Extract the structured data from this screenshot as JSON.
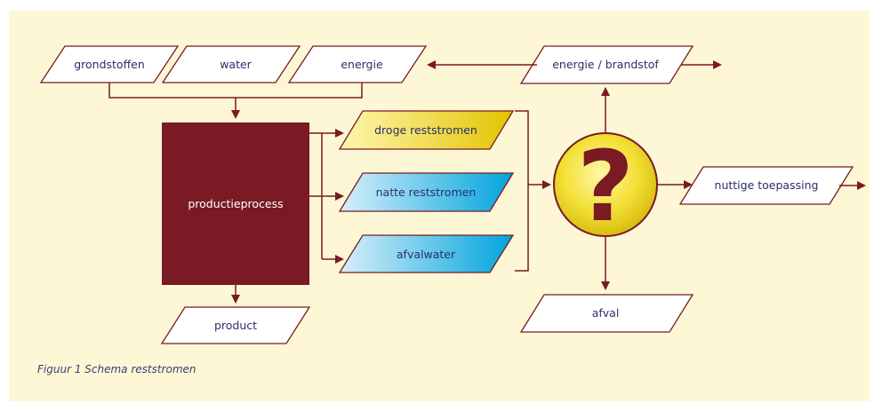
{
  "inputs": {
    "grondstoffen": "grondstoffen",
    "water": "water",
    "energie": "energie"
  },
  "process": "productieprocess",
  "product": "product",
  "streams": {
    "droge": "droge reststromen",
    "natte": "natte reststromen",
    "afvalwater": "afvalwater"
  },
  "outputs": {
    "energie_brandstof": "energie / brandstof",
    "nuttige_toepassing": "nuttige toepassing",
    "afval": "afval"
  },
  "question_mark": "?",
  "caption": "Figuur 1 Schema reststromen",
  "colors": {
    "background": "#fdf7d6",
    "line": "#7a1a24",
    "process_fill": "#7a1a24",
    "text": "#2a2f6a",
    "droge_gradient": [
      "#fff6b0",
      "#e2c400"
    ],
    "natte_gradient": [
      "#d8effa",
      "#00a4dd"
    ],
    "circle_fill": "#f0dd2a"
  }
}
